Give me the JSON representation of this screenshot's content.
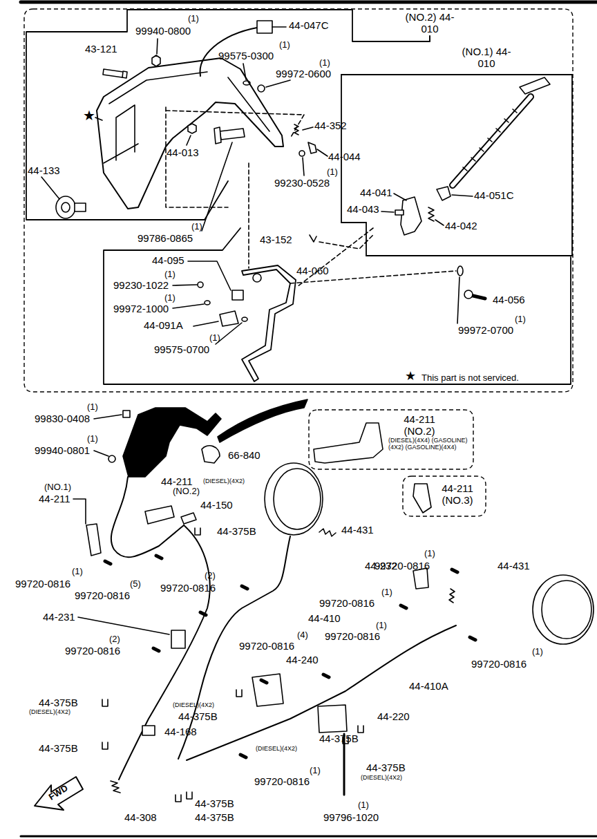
{
  "diagram": {
    "nodes": [
      {
        "text": [
          "(NO.2) 44-010"
        ]
      },
      {
        "text": [
          "(NO.1) 44-010"
        ],
        "in": 0
      },
      {
        "text": [
          "44-211 (NO.2)",
          "(DIESEL)(4X4) (GASOLINE)(4X2) (GASOLINE)(4X4)"
        ]
      },
      {
        "text": [
          "44-211 (NO.3)"
        ]
      }
    ],
    "labels": [
      "(1)",
      "99940-0800",
      "44-047C",
      "43-121",
      "(1)",
      "99575-0300",
      "(1)",
      "99972-0600",
      "★",
      "44-352",
      "44-013",
      "44-044",
      "(1)",
      "99230-0528",
      "44-133",
      "44-041",
      "44-051C",
      "44-043",
      "44-042",
      "(1)",
      "99786-0865",
      "43-152",
      "44-095",
      "44-060",
      "(1)",
      "99230-1022",
      "(1)",
      "99972-1000",
      "44-056",
      "(1)",
      "44-091A",
      "99972-0700",
      "(1)",
      "99575-0700",
      "★",
      "This part is not serviced.",
      "(1)",
      "99830-0408",
      "(1)",
      "99940-0801",
      "66-840",
      "44-211",
      "(DIESEL)(4X2)",
      "(NO.2)",
      "(NO.1)",
      "44-211",
      "44-150",
      "44-375B",
      "44-431",
      "(1)",
      "99720-0816",
      "(1)",
      "99720-0816",
      "44-232",
      "44-431",
      "(2)",
      "99720-0816",
      "(5)",
      "99720-0816",
      "(1)",
      "99720-0816",
      "44-410",
      "44-231",
      "(1)",
      "99720-0816",
      "(4)",
      "99720-0816",
      "(2)",
      "99720-0816",
      "(1)",
      "99720-0816",
      "44-240",
      "44-410A",
      "44-375B",
      "(DIESEL)(4X2)",
      "(DIESEL)(4X2)",
      "44-375B",
      "44-220",
      "44-168",
      "44-375B",
      "44-375B",
      "(DIESEL)(4X2)",
      "(1)",
      "44-375B",
      "(DIESEL)(4X2)",
      "99720-0816",
      "44-375B",
      "(1)",
      "44-308",
      "44-375B",
      "99796-1020",
      "FWD"
    ]
  }
}
